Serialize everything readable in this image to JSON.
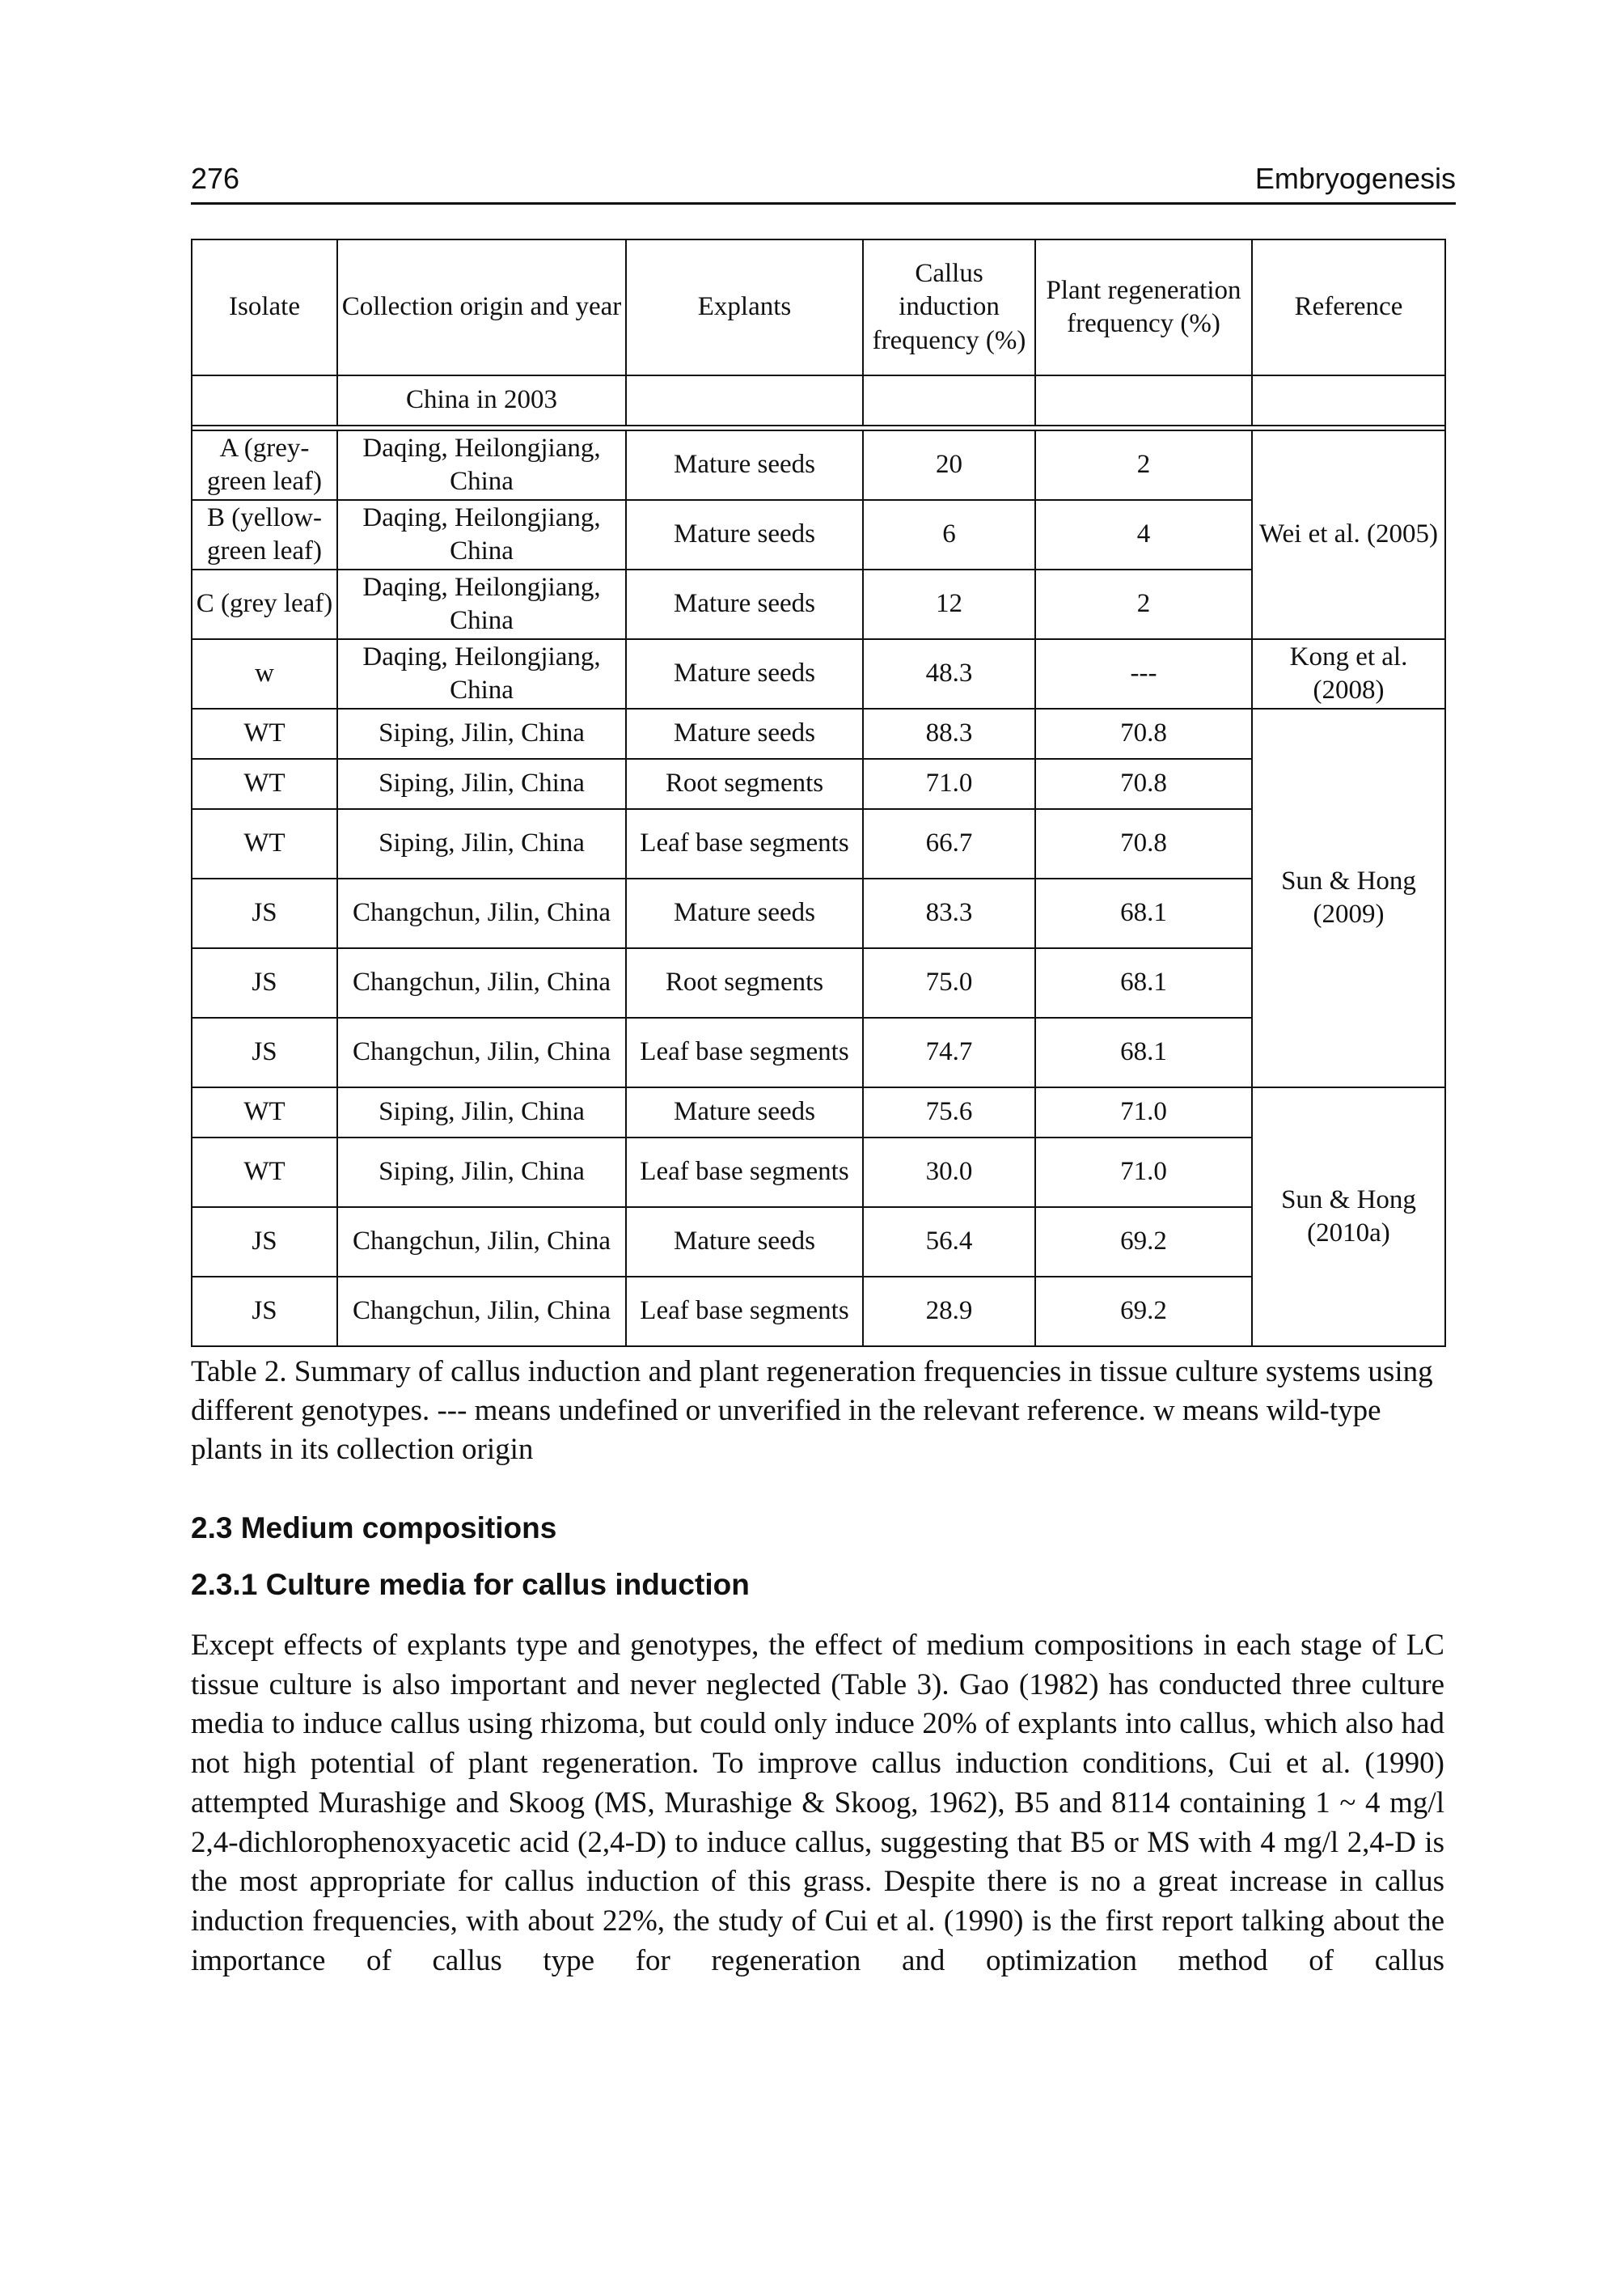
{
  "header": {
    "page_number": "276",
    "running_title": "Embryogenesis"
  },
  "table": {
    "headers": {
      "isolate": "Isolate",
      "origin": "Collection origin and year",
      "explants": "Explants",
      "callus": "Callus induction frequency (%)",
      "regen": "Plant regeneration frequency (%)",
      "reference": "Reference"
    },
    "origin_row": "China in 2003",
    "rows": [
      {
        "isolate": "A (grey-green leaf)",
        "origin": "Daqing, Heilongjiang, China",
        "explants": "Mature seeds",
        "callus": "20",
        "regen": "2"
      },
      {
        "isolate": "B (yellow-green leaf)",
        "origin": "Daqing, Heilongjiang, China",
        "explants": "Mature seeds",
        "callus": "6",
        "regen": "4"
      },
      {
        "isolate": "C (grey leaf)",
        "origin": "Daqing, Heilongjiang, China",
        "explants": "Mature seeds",
        "callus": "12",
        "regen": "2"
      },
      {
        "isolate": "w",
        "origin": "Daqing, Heilongjiang, China",
        "explants": "Mature seeds",
        "callus": "48.3",
        "regen": "---"
      },
      {
        "isolate": "WT",
        "origin": "Siping, Jilin, China",
        "explants": "Mature seeds",
        "callus": "88.3",
        "regen": "70.8"
      },
      {
        "isolate": "WT",
        "origin": "Siping, Jilin, China",
        "explants": "Root segments",
        "callus": "71.0",
        "regen": "70.8"
      },
      {
        "isolate": "WT",
        "origin": "Siping, Jilin, China",
        "explants": "Leaf base segments",
        "callus": "66.7",
        "regen": "70.8"
      },
      {
        "isolate": "JS",
        "origin": "Changchun, Jilin, China",
        "explants": "Mature seeds",
        "callus": "83.3",
        "regen": "68.1"
      },
      {
        "isolate": "JS",
        "origin": "Changchun, Jilin, China",
        "explants": "Root segments",
        "callus": "75.0",
        "regen": "68.1"
      },
      {
        "isolate": "JS",
        "origin": "Changchun, Jilin, China",
        "explants": "Leaf base segments",
        "callus": "74.7",
        "regen": "68.1"
      },
      {
        "isolate": "WT",
        "origin": "Siping, Jilin, China",
        "explants": "Mature seeds",
        "callus": "75.6",
        "regen": "71.0"
      },
      {
        "isolate": "WT",
        "origin": "Siping, Jilin, China",
        "explants": "Leaf base segments",
        "callus": "30.0",
        "regen": "71.0"
      },
      {
        "isolate": "JS",
        "origin": "Changchun, Jilin, China",
        "explants": "Mature seeds",
        "callus": "56.4",
        "regen": "69.2"
      },
      {
        "isolate": "JS",
        "origin": "Changchun, Jilin, China",
        "explants": "Leaf base segments",
        "callus": "28.9",
        "regen": "69.2"
      }
    ],
    "references": [
      "Wei et al. (2005)",
      "Kong et al. (2008)",
      "Sun & Hong (2009)",
      "Sun & Hong (2010a)"
    ]
  },
  "caption": "Table 2. Summary of callus induction and plant regeneration frequencies in tissue culture systems using different genotypes. --- means undefined or unverified in the relevant reference. w means wild-type plants in its collection origin",
  "section": {
    "heading": "2.3 Medium compositions",
    "subheading": "2.3.1 Culture media for callus induction",
    "paragraph": "Except effects of explants type and genotypes, the effect of medium compositions in each stage of LC tissue culture is also important and never neglected (Table 3). Gao (1982) has conducted three culture media to induce callus using rhizoma, but could only induce 20% of explants into callus, which also had not high potential of plant regeneration. To improve callus induction conditions, Cui et al. (1990) attempted Murashige and Skoog (MS, Murashige & Skoog, 1962), B5 and 8114 containing 1 ~ 4 mg/l 2,4-dichlorophenoxyacetic acid (2,4-D) to induce callus, suggesting that B5 or MS with 4 mg/l 2,4-D is the most appropriate for callus induction of this grass. Despite there is no a great increase in callus induction frequencies, with about 22%, the study of Cui et al. (1990) is the first report talking about the importance of callus type for regeneration and optimization method of callus"
  }
}
